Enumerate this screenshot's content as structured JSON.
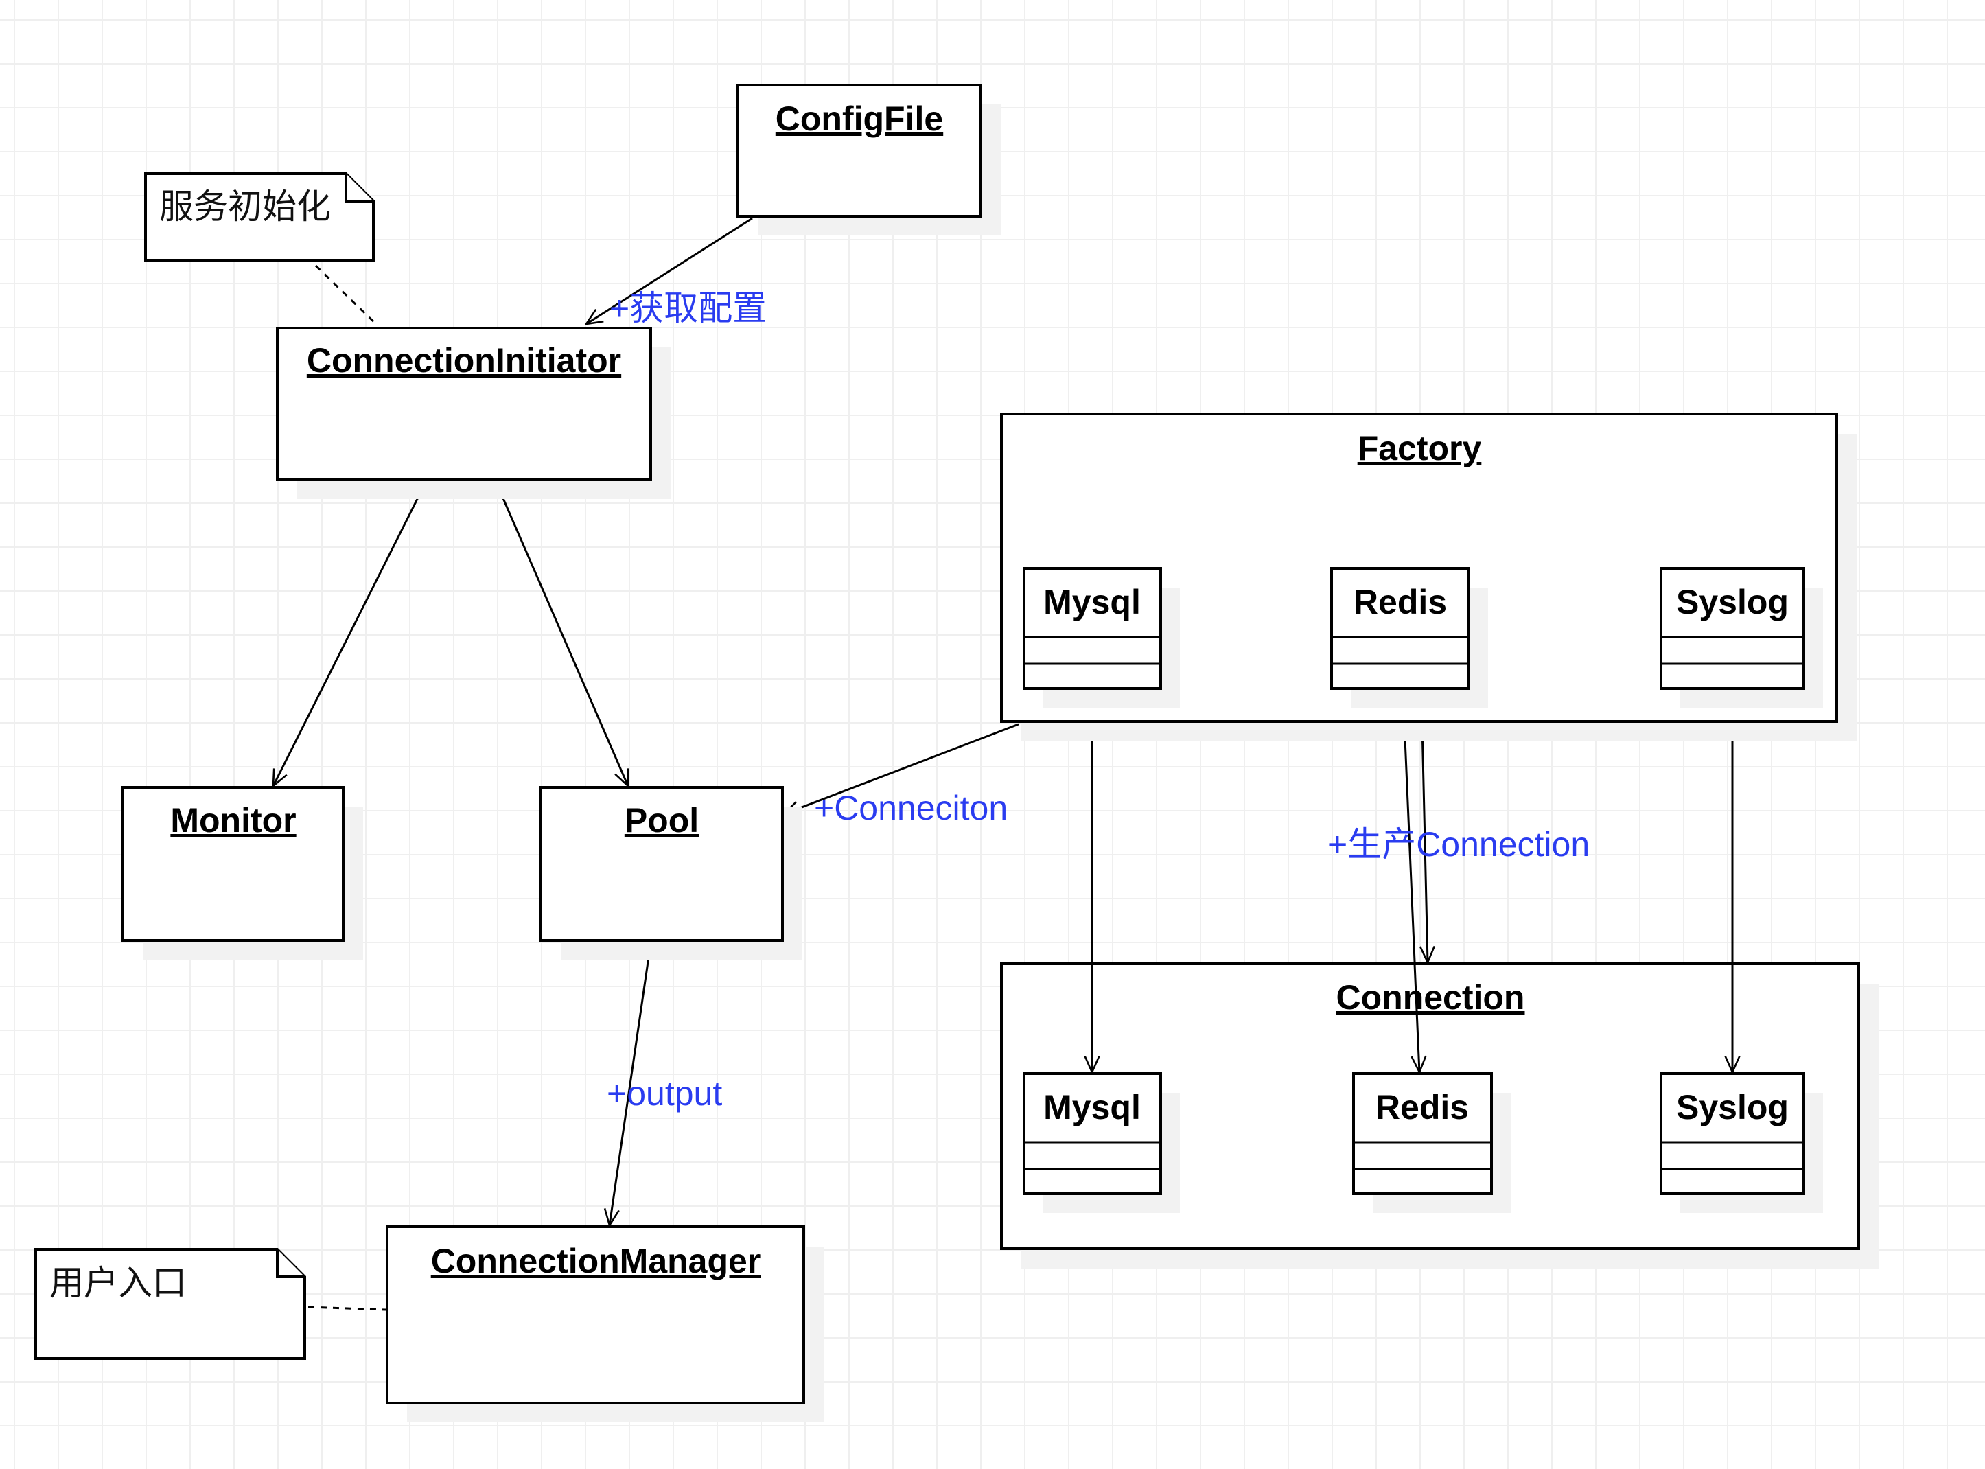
{
  "diagram": {
    "type": "uml-object-diagram",
    "colors": {
      "line": "#000000",
      "label": "#2a3cf0",
      "box_fill": "#ffffff",
      "shadow": "#f2f2f2",
      "grid": "#efefef"
    },
    "notes": {
      "service_init": "服务初始化",
      "user_entry": "用户入口"
    },
    "objects": {
      "config_file": "ConfigFile",
      "connection_initiator": "ConnectionInitiator",
      "monitor": "Monitor",
      "pool": "Pool",
      "connection_manager": "ConnectionManager",
      "factory": "Factory",
      "connection": "Connection"
    },
    "factory_members": [
      "Mysql",
      "Redis",
      "Syslog"
    ],
    "connection_members": [
      "Mysql",
      "Redis",
      "Syslog"
    ],
    "edge_labels": {
      "get_config": "+获取配置",
      "conneciton": "+Conneciton",
      "produce_connection": "+生产Connection",
      "output": "+output"
    }
  }
}
